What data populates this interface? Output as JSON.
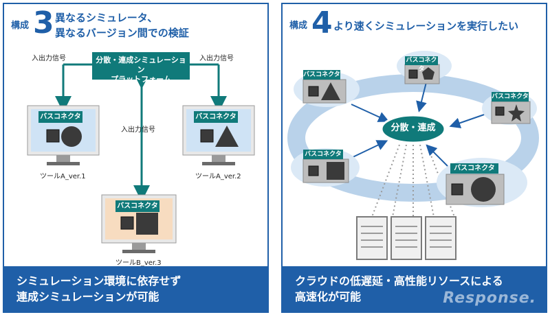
{
  "left": {
    "prefix": "構成",
    "number": "3",
    "title_line1": "異なるシミュレータ、",
    "title_line2": "異なるバージョン間での検証",
    "hub_line1": "分散・連成シミュレーション",
    "hub_line2": "プラットフォーム",
    "io_label": "入出力信号",
    "bus_label": "バスコネクタ",
    "tool_a1": "ツールA_ver.1",
    "tool_a2": "ツールA_ver.2",
    "tool_b3": "ツールB_ver.3",
    "footer_line1": "シミュレーション環境に依存せず",
    "footer_line2": "連成シミュレーションが可能"
  },
  "right": {
    "prefix": "構成",
    "number": "4",
    "title": "より速くシミュレーションを実行したい",
    "hub": "分散・連成",
    "bus_label": "バスコネクタ",
    "footer_line1": "クラウドの低遅延・高性能リソースによる",
    "footer_line2": "高速化が可能"
  },
  "watermark": "Response.",
  "colors": {
    "accent": "#1f5fa8",
    "teal": "#107a7a",
    "cloud": "#dbe9f6",
    "monitor_blue": "#cfe3f5",
    "monitor_orange": "#f7dcc0"
  }
}
